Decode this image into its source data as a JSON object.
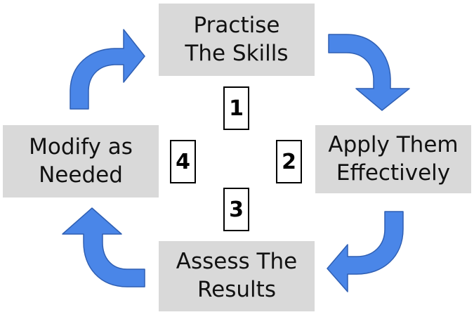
{
  "colors": {
    "arrow_fill": "#4a86e8",
    "arrow_stroke": "#2f5fb3",
    "box_fill": "#d9d9d9",
    "text": "#111111"
  },
  "steps": [
    {
      "number": "1",
      "line1": "Practise",
      "line2": "The Skills"
    },
    {
      "number": "2",
      "line1": "Apply Them",
      "line2": "Effectively"
    },
    {
      "number": "3",
      "line1": "Assess The",
      "line2": "Results"
    },
    {
      "number": "4",
      "line1": "Modify as",
      "line2": "Needed"
    }
  ],
  "arrows": [
    {
      "name": "arrow-modify-to-practise",
      "icon": "curved-arrow-icon"
    },
    {
      "name": "arrow-practise-to-apply",
      "icon": "curved-arrow-icon"
    },
    {
      "name": "arrow-apply-to-assess",
      "icon": "curved-arrow-icon"
    },
    {
      "name": "arrow-assess-to-modify",
      "icon": "curved-arrow-icon"
    }
  ]
}
